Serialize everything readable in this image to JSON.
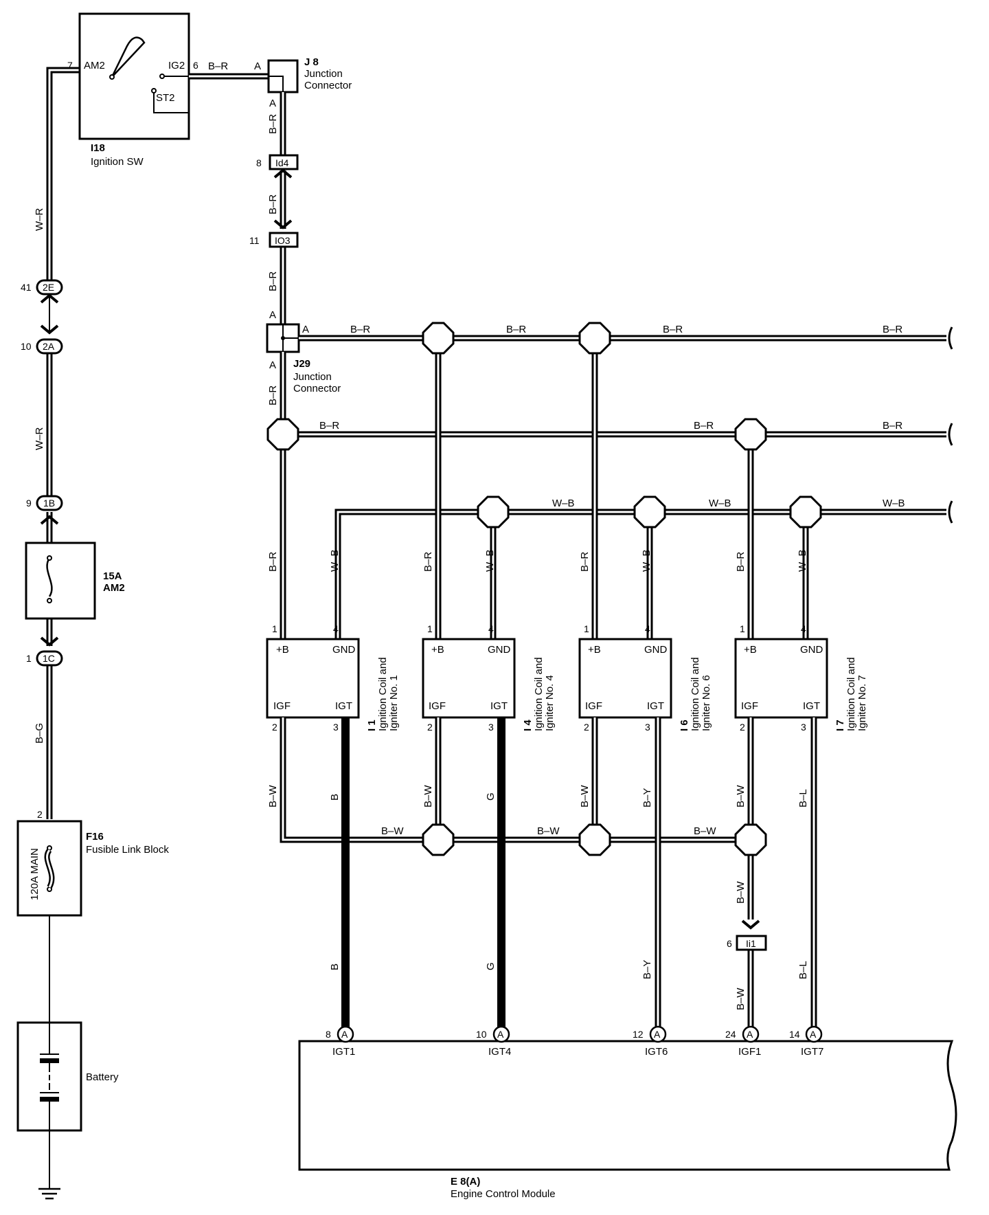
{
  "ignition_switch": {
    "code": "I18",
    "name": "Ignition SW",
    "pin_am2_num": "7",
    "pin_am2": "AM2",
    "pin_ig2": "IG2",
    "pin_ig2_num": "6",
    "pin_st2": "ST2"
  },
  "j8": {
    "code": "J 8",
    "name_line1": "Junction",
    "name_line2": "Connector",
    "term_a": "A"
  },
  "j29": {
    "code": "J29",
    "name_line1": "Junction",
    "name_line2": "Connector",
    "term_a": "A"
  },
  "connectors": {
    "id4": {
      "label": "Id4",
      "pin": "8"
    },
    "io3": {
      "label": "IO3",
      "pin": "11"
    },
    "ii1": {
      "label": "Ii1",
      "pin": "6"
    },
    "c2e": {
      "label": "2E",
      "pin": "41"
    },
    "c2a": {
      "label": "2A",
      "pin": "10"
    },
    "c1b": {
      "label": "1B",
      "pin": "9"
    },
    "c1c": {
      "label": "1C",
      "pin": "1"
    }
  },
  "fuse_am2": {
    "rating": "15A",
    "name": "AM2"
  },
  "fusible_link": {
    "code": "F16",
    "name": "Fusible Link Block",
    "rating": "120A MAIN",
    "pin": "2"
  },
  "battery": {
    "name": "Battery"
  },
  "wires": {
    "br": "B–R",
    "wr": "W–R",
    "wb": "W–B",
    "bw": "B–W",
    "bg": "B–G",
    "b": "B",
    "g": "G",
    "by": "B–Y",
    "bl": "B–L",
    "a": "A"
  },
  "coils": [
    {
      "code": "I 1",
      "line1": "Ignition Coil and",
      "line2": "Igniter No. 1",
      "plus_b": "+B",
      "gnd": "GND",
      "igf": "IGF",
      "igt": "IGT",
      "p1": "1",
      "p2": "2",
      "p3": "3",
      "p4": "4"
    },
    {
      "code": "I 4",
      "line1": "Ignition Coil and",
      "line2": "Igniter No. 4",
      "plus_b": "+B",
      "gnd": "GND",
      "igf": "IGF",
      "igt": "IGT",
      "p1": "1",
      "p2": "2",
      "p3": "3",
      "p4": "4"
    },
    {
      "code": "I 6",
      "line1": "Ignition Coil and",
      "line2": "Igniter No. 6",
      "plus_b": "+B",
      "gnd": "GND",
      "igf": "IGF",
      "igt": "IGT",
      "p1": "1",
      "p2": "2",
      "p3": "3",
      "p4": "4"
    },
    {
      "code": "I 7",
      "line1": "Ignition Coil and",
      "line2": "Igniter No. 7",
      "plus_b": "+B",
      "gnd": "GND",
      "igf": "IGF",
      "igt": "IGT",
      "p1": "1",
      "p2": "2",
      "p3": "3",
      "p4": "4"
    }
  ],
  "ecm": {
    "code": "E 8(A)",
    "name": "Engine Control Module",
    "terminals": [
      {
        "pin": "8",
        "conn": "A",
        "name": "IGT1"
      },
      {
        "pin": "10",
        "conn": "A",
        "name": "IGT4"
      },
      {
        "pin": "12",
        "conn": "A",
        "name": "IGT6"
      },
      {
        "pin": "24",
        "conn": "A",
        "name": "IGF1"
      },
      {
        "pin": "14",
        "conn": "A",
        "name": "IGT7"
      }
    ]
  }
}
